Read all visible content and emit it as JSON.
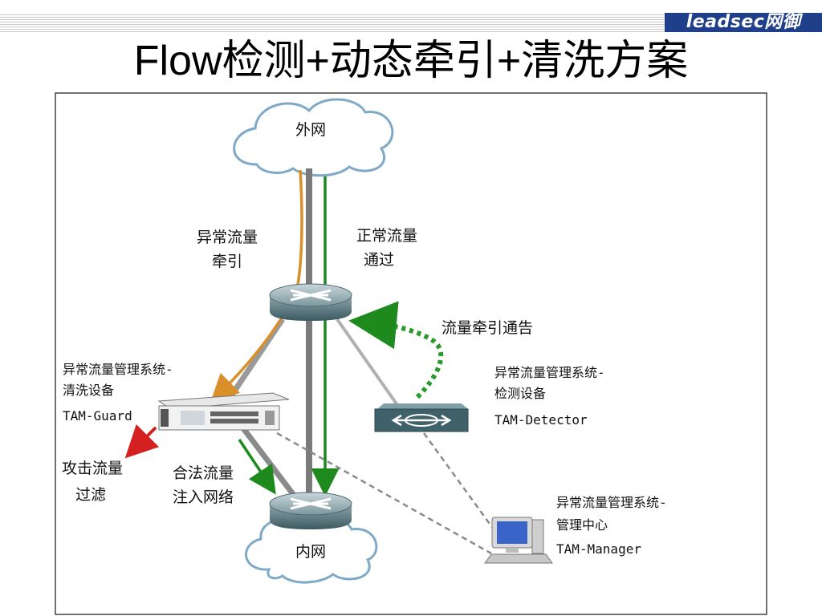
{
  "header": {
    "title": "Flow检测+动态牵引+清洗方案",
    "logo_text": "leadsec网御"
  },
  "diagram": {
    "clouds": {
      "external": "外网",
      "internal": "内网"
    },
    "labels": {
      "abnormal_traction_line1": "异常流量",
      "abnormal_traction_line2": "牵引",
      "normal_pass_line1": "正常流量",
      "normal_pass_line2": "通过",
      "traction_notice": "流量牵引通告",
      "attack_filter_line1": "攻击流量",
      "attack_filter_line2": "过滤",
      "legal_inject_line1": "合法流量",
      "legal_inject_line2": "注入网络"
    },
    "devices": {
      "guard": {
        "line1": "异常流量管理系统-",
        "line2": "清洗设备",
        "name": "TAM-Guard"
      },
      "detector": {
        "line1": "异常流量管理系统-",
        "line2": "检测设备",
        "name": "TAM-Detector"
      },
      "manager": {
        "line1": "异常流量管理系统-",
        "line2": "管理中心",
        "name": "TAM-Manager"
      }
    }
  },
  "colors": {
    "abnormal_arrow": "#d9902b",
    "normal_arrow": "#1e8a1e",
    "attack_arrow": "#d42020",
    "logo_bg": "#1f3f8a"
  }
}
